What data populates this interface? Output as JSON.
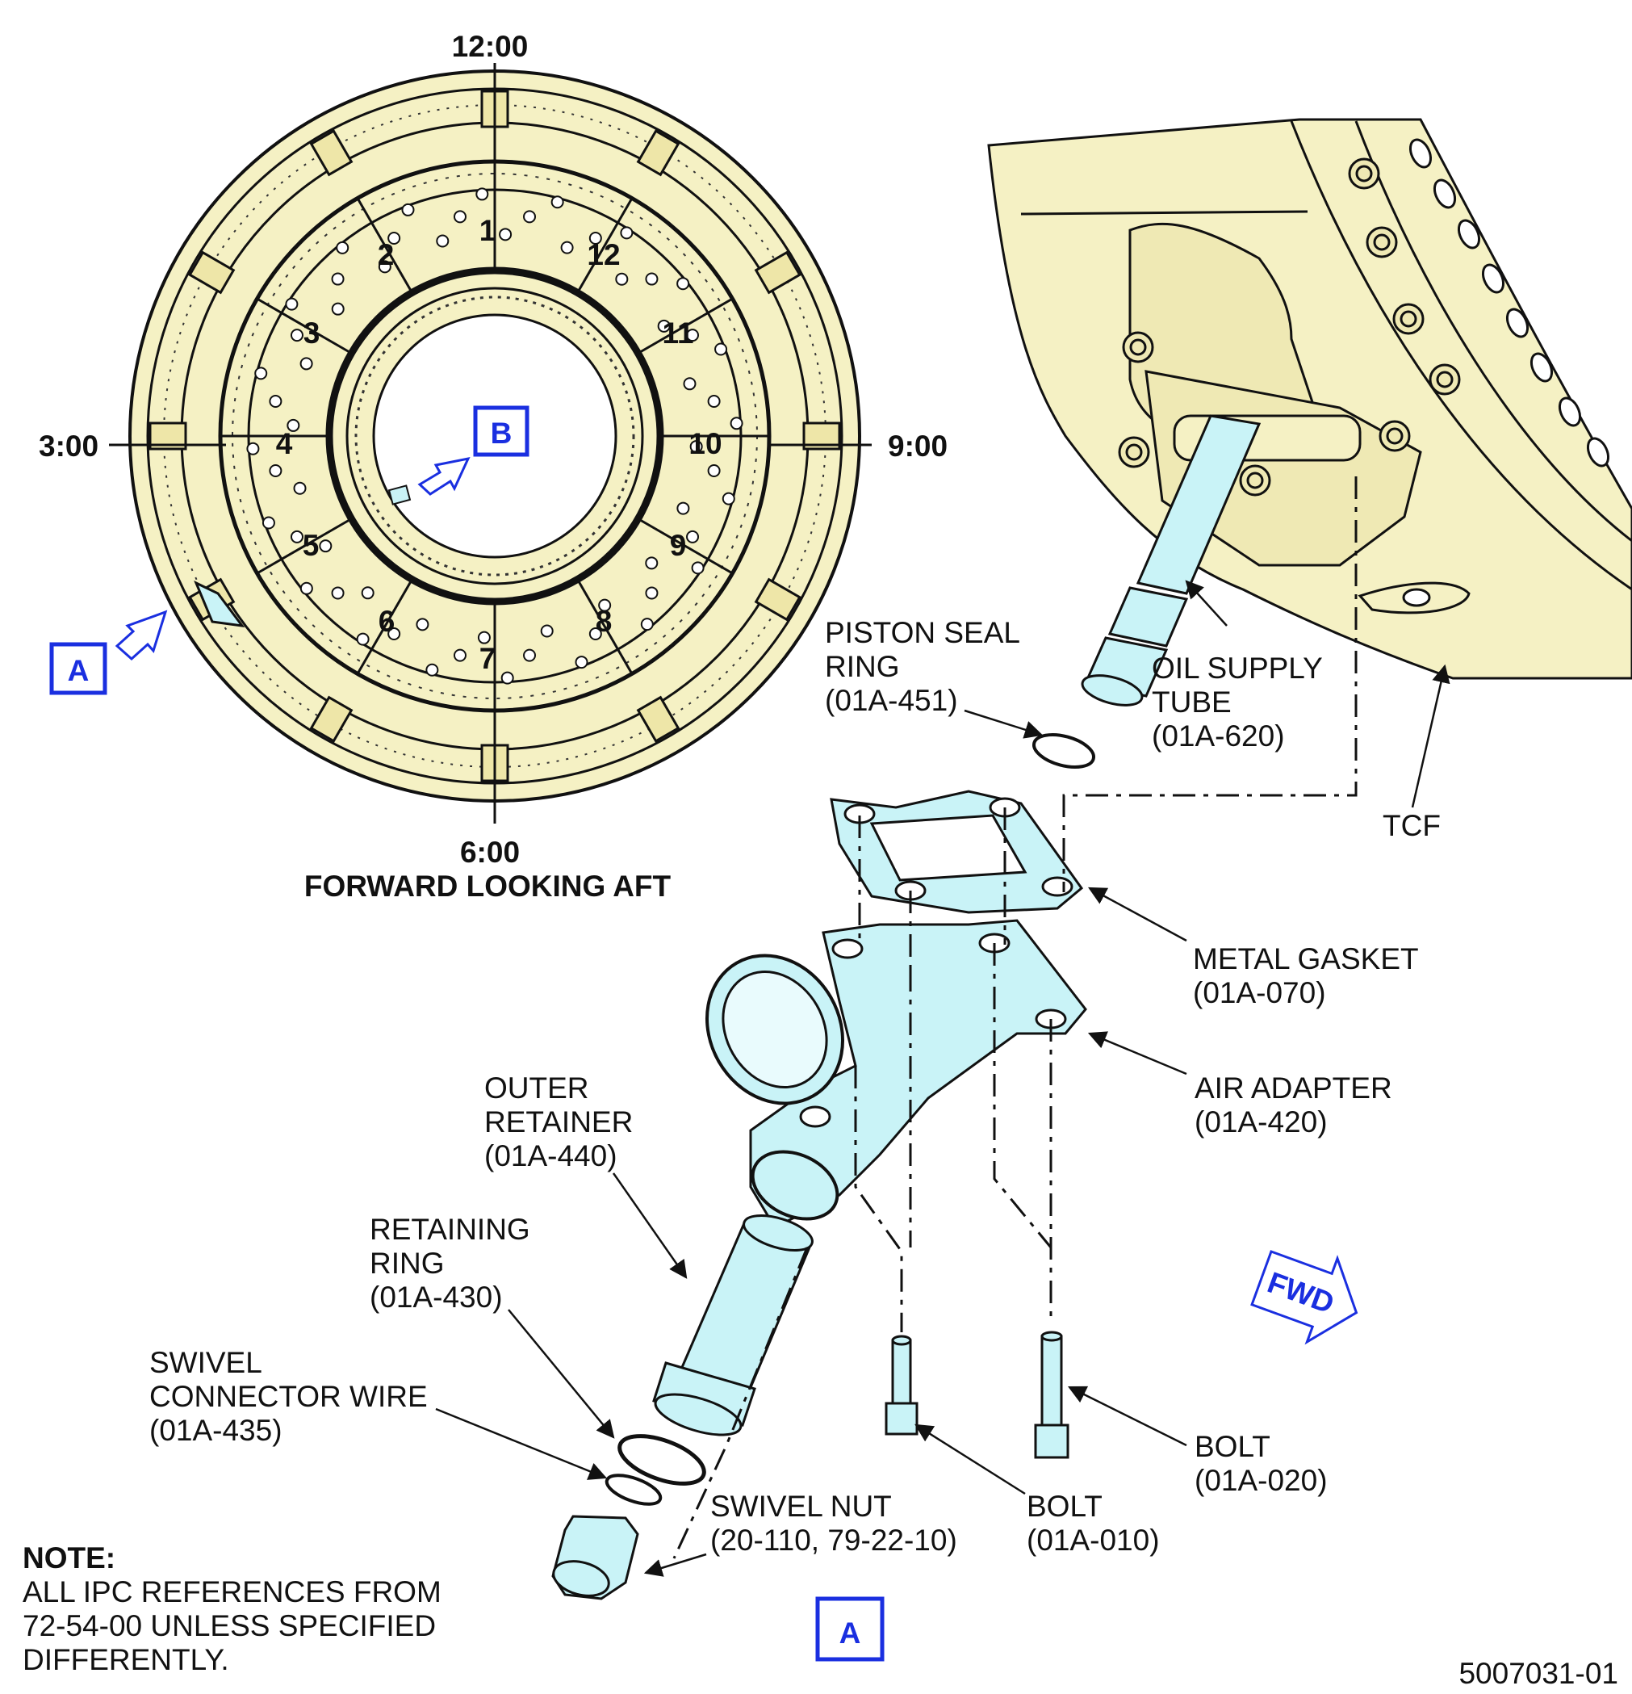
{
  "clock_positions": {
    "top": "12:00",
    "left": "3:00",
    "right": "9:00",
    "bottom": "6:00"
  },
  "view_title": "FORWARD LOOKING AFT",
  "strut_numbers": [
    "1",
    "2",
    "3",
    "4",
    "5",
    "6",
    "7",
    "8",
    "9",
    "10",
    "11",
    "12"
  ],
  "detail_callouts": {
    "a": "A",
    "b": "B",
    "view_label": "A"
  },
  "labels": {
    "piston_seal_ring": [
      "PISTON SEAL",
      "RING",
      "(01A-451)"
    ],
    "oil_supply_tube": [
      "OIL SUPPLY",
      "TUBE",
      "(01A-620)"
    ],
    "tcf": "TCF",
    "metal_gasket": [
      "METAL GASKET",
      "(01A-070)"
    ],
    "air_adapter": [
      "AIR ADAPTER",
      "(01A-420)"
    ],
    "outer_retainer": [
      "OUTER",
      "RETAINER",
      "(01A-440)"
    ],
    "retaining_ring": [
      "RETAINING",
      "RING",
      "(01A-430)"
    ],
    "swivel_connector_wire": [
      "SWIVEL",
      "CONNECTOR WIRE",
      "(01A-435)"
    ],
    "swivel_nut": [
      "SWIVEL NUT",
      "(20-110, 79-22-10)"
    ],
    "bolt_010": [
      "BOLT",
      "(01A-010)"
    ],
    "bolt_020": [
      "BOLT",
      "(01A-020)"
    ]
  },
  "fwd_arrow": "FWD",
  "note": {
    "heading": "NOTE:",
    "lines": [
      "ALL IPC REFERENCES FROM",
      "72-54-00 UNLESS SPECIFIED",
      "DIFFERENTLY."
    ]
  },
  "figure_id": "5007031-01",
  "colors": {
    "engine_fill": "#f5f1c4",
    "part_fill": "#c9f3f7",
    "callout_blue": "#1a2fe0",
    "line": "#111111"
  }
}
